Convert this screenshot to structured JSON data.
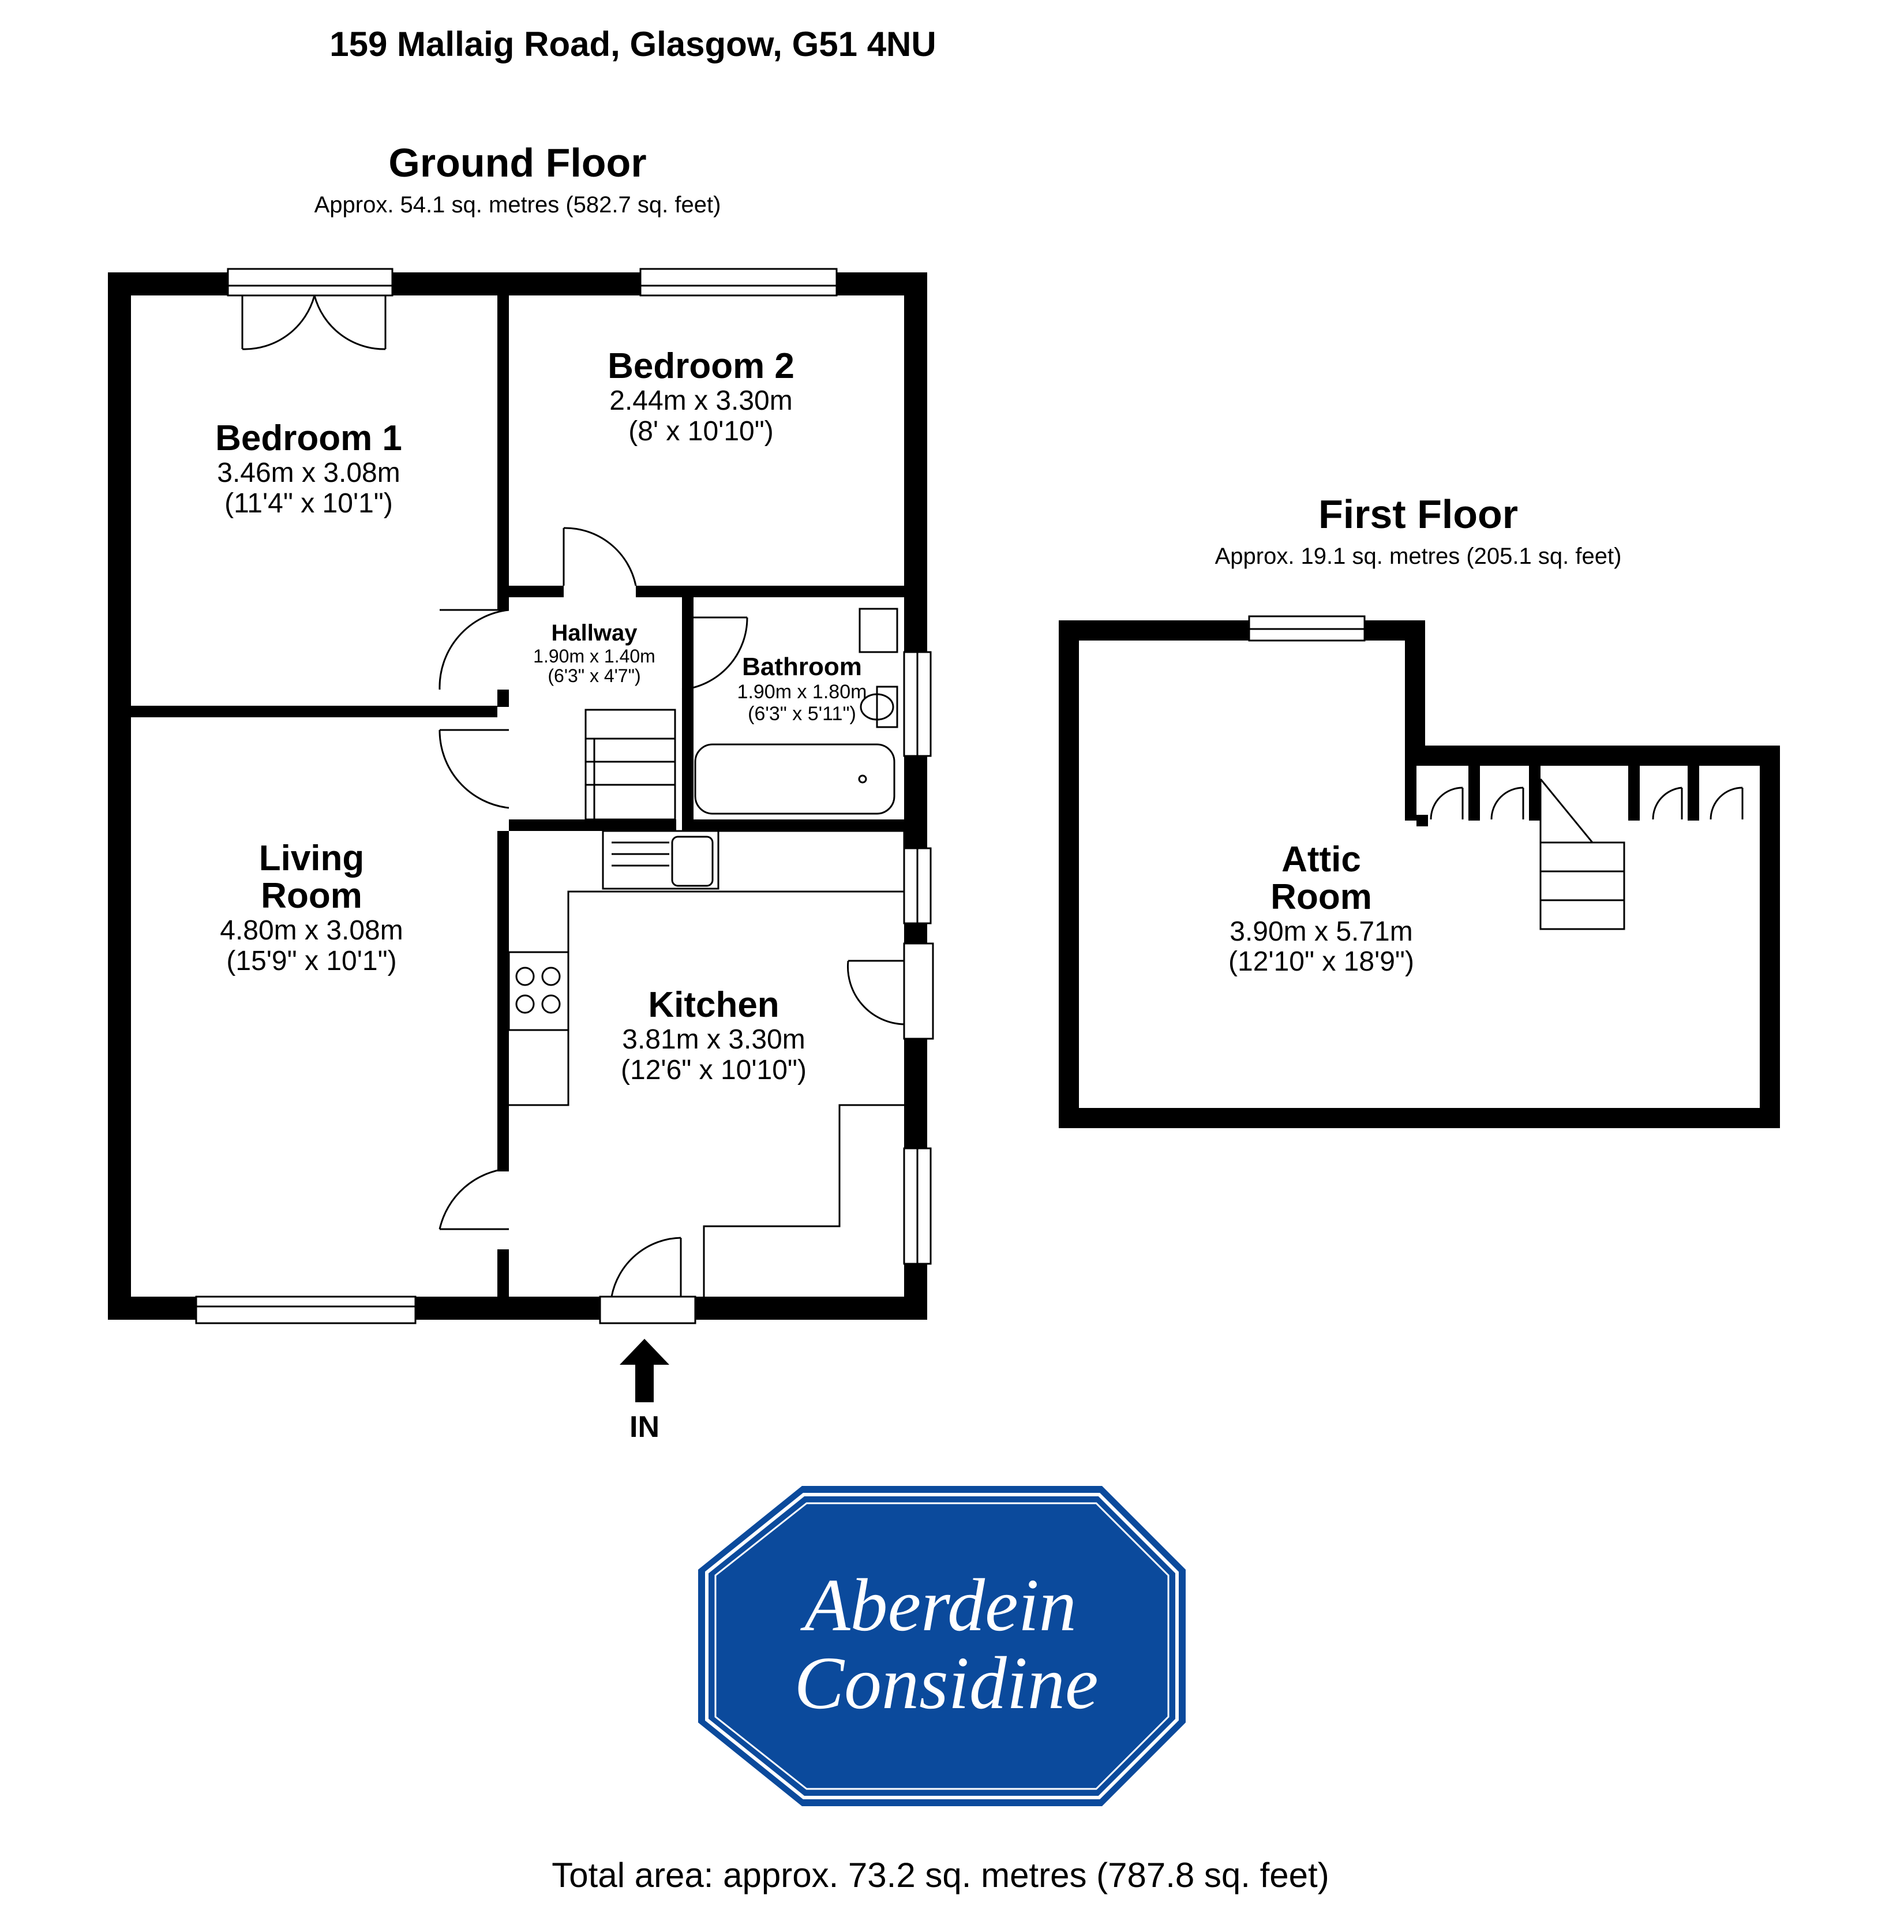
{
  "address": "159 Mallaig Road, Glasgow, G51 4NU",
  "ground_floor": {
    "title": "Ground Floor",
    "area": "Approx. 54.1 sq. metres (582.7 sq. feet)",
    "rooms": {
      "bedroom1": {
        "name": "Bedroom 1",
        "metric": "3.46m x 3.08m",
        "imperial": "(11'4\" x 10'1\")"
      },
      "bedroom2": {
        "name": "Bedroom 2",
        "metric": "2.44m x 3.30m",
        "imperial": "(8' x 10'10\")"
      },
      "hallway": {
        "name": "Hallway",
        "metric": "1.90m x 1.40m",
        "imperial": "(6'3\" x 4'7\")"
      },
      "bathroom": {
        "name": "Bathroom",
        "metric": "1.90m x 1.80m",
        "imperial": "(6'3\" x 5'11\")"
      },
      "living": {
        "name_line1": "Living",
        "name_line2": "Room",
        "metric": "4.80m x 3.08m",
        "imperial": "(15'9\" x 10'1\")"
      },
      "kitchen": {
        "name": "Kitchen",
        "metric": "3.81m x 3.30m",
        "imperial": "(12'6\" x 10'10\")"
      }
    },
    "entrance": "IN"
  },
  "first_floor": {
    "title": "First Floor",
    "area": "Approx. 19.1 sq. metres (205.1 sq. feet)",
    "rooms": {
      "attic": {
        "name_line1": "Attic",
        "name_line2": "Room",
        "metric": "3.90m x 5.71m",
        "imperial": "(12'10\" x 18'9\")"
      }
    }
  },
  "logo": {
    "line1": "Aberdein",
    "line2": "Considine",
    "color": "#0b4a9c"
  },
  "total_area": "Total area: approx. 73.2 sq. metres (787.8 sq. feet)"
}
